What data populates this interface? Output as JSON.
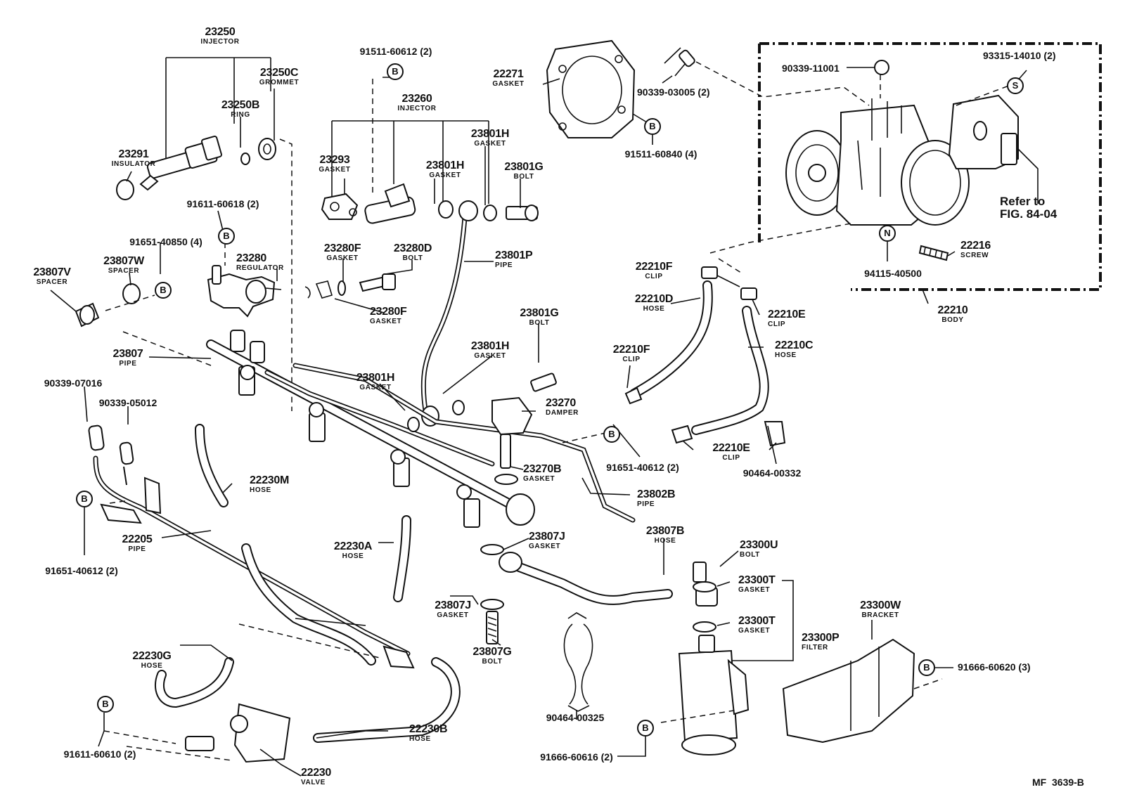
{
  "labels": [
    {
      "id": "23250",
      "part": "23250",
      "name": "INJECTOR"
    },
    {
      "id": "23250C",
      "part": "23250C",
      "name": "GROMMET"
    },
    {
      "id": "23250B",
      "part": "23250B",
      "name": "RING"
    },
    {
      "id": "23291",
      "part": "23291",
      "name": "INSULATOR"
    },
    {
      "id": "23260",
      "part": "23260",
      "name": "INJECTOR"
    },
    {
      "id": "23293",
      "part": "23293",
      "name": "GASKET"
    },
    {
      "id": "23801H-a",
      "part": "23801H",
      "name": "GASKET"
    },
    {
      "id": "23801H-b",
      "part": "23801H",
      "name": "GASKET"
    },
    {
      "id": "23801G-a",
      "part": "23801G",
      "name": "BOLT"
    },
    {
      "id": "22271",
      "part": "22271",
      "name": "GASKET"
    },
    {
      "id": "23280",
      "part": "23280",
      "name": "REGULATOR"
    },
    {
      "id": "23280F-a",
      "part": "23280F",
      "name": "GASKET"
    },
    {
      "id": "23280D",
      "part": "23280D",
      "name": "BOLT"
    },
    {
      "id": "23801P",
      "part": "23801P",
      "name": "PIPE"
    },
    {
      "id": "23280F-b",
      "part": "23280F",
      "name": "GASKET"
    },
    {
      "id": "23807W",
      "part": "23807W",
      "name": "SPACER"
    },
    {
      "id": "23807V",
      "part": "23807V",
      "name": "SPACER"
    },
    {
      "id": "23807",
      "part": "23807",
      "name": "PIPE"
    },
    {
      "id": "23801G-b",
      "part": "23801G",
      "name": "BOLT"
    },
    {
      "id": "23801H-c",
      "part": "23801H",
      "name": "GASKET"
    },
    {
      "id": "23801H-d",
      "part": "23801H",
      "name": "GASKET"
    },
    {
      "id": "23270",
      "part": "23270",
      "name": "DAMPER"
    },
    {
      "id": "23270B",
      "part": "23270B",
      "name": "GASKET"
    },
    {
      "id": "22230M",
      "part": "22230M",
      "name": "HOSE"
    },
    {
      "id": "23802B",
      "part": "23802B",
      "name": "PIPE"
    },
    {
      "id": "22205",
      "part": "22205",
      "name": "PIPE"
    },
    {
      "id": "22230A",
      "part": "22230A",
      "name": "HOSE"
    },
    {
      "id": "23807J-a",
      "part": "23807J",
      "name": "GASKET"
    },
    {
      "id": "23807J-b",
      "part": "23807J",
      "name": "GASKET"
    },
    {
      "id": "23807G",
      "part": "23807G",
      "name": "BOLT"
    },
    {
      "id": "23807B",
      "part": "23807B",
      "name": "HOSE"
    },
    {
      "id": "23300U",
      "part": "23300U",
      "name": "BOLT"
    },
    {
      "id": "23300T-a",
      "part": "23300T",
      "name": "GASKET"
    },
    {
      "id": "23300T-b",
      "part": "23300T",
      "name": "GASKET"
    },
    {
      "id": "23300P",
      "part": "23300P",
      "name": "FILTER"
    },
    {
      "id": "23300W",
      "part": "23300W",
      "name": "BRACKET"
    },
    {
      "id": "22230G",
      "part": "22230G",
      "name": "HOSE"
    },
    {
      "id": "22230B",
      "part": "22230B",
      "name": "HOSE"
    },
    {
      "id": "22230",
      "part": "22230",
      "name": "VALVE"
    },
    {
      "id": "22216",
      "part": "22216",
      "name": "SCREW"
    },
    {
      "id": "22210F-a",
      "part": "22210F",
      "name": "CLIP"
    },
    {
      "id": "22210D",
      "part": "22210D",
      "name": "HOSE"
    },
    {
      "id": "22210F-b",
      "part": "22210F",
      "name": "CLIP"
    },
    {
      "id": "22210E-a",
      "part": "22210E",
      "name": "CLIP"
    },
    {
      "id": "22210C",
      "part": "22210C",
      "name": "HOSE"
    },
    {
      "id": "22210E-b",
      "part": "22210E",
      "name": "CLIP"
    },
    {
      "id": "22210",
      "part": "22210",
      "name": "BODY"
    }
  ],
  "codes": [
    {
      "id": "c1",
      "text": "91511-60612 (2)"
    },
    {
      "id": "c2",
      "text": "91611-60618 (2)"
    },
    {
      "id": "c3",
      "text": "91651-40850 (4)"
    },
    {
      "id": "c4",
      "text": "90339-03005 (2)"
    },
    {
      "id": "c5",
      "text": "91511-60840 (4)"
    },
    {
      "id": "c6",
      "text": "90339-11001"
    },
    {
      "id": "c7",
      "text": "93315-14010 (2)"
    },
    {
      "id": "c8",
      "text": "94115-40500"
    },
    {
      "id": "c9",
      "text": "90339-07016"
    },
    {
      "id": "c10",
      "text": "90339-05012"
    },
    {
      "id": "c11",
      "text": "91651-40612 (2)"
    },
    {
      "id": "c12",
      "text": "91651-40612 (2)"
    },
    {
      "id": "c13",
      "text": "90464-00332"
    },
    {
      "id": "c14",
      "text": "90464-00325"
    },
    {
      "id": "c15",
      "text": "91666-60616 (2)"
    },
    {
      "id": "c16",
      "text": "91666-60620 (3)"
    },
    {
      "id": "c17",
      "text": "91611-60610 (2)"
    }
  ],
  "marks": {
    "b": "B",
    "s": "S",
    "n": "N"
  },
  "reference": {
    "line1": "Refer to",
    "line2": "FIG. 84-04"
  },
  "figure_code": "MF  3639-B"
}
